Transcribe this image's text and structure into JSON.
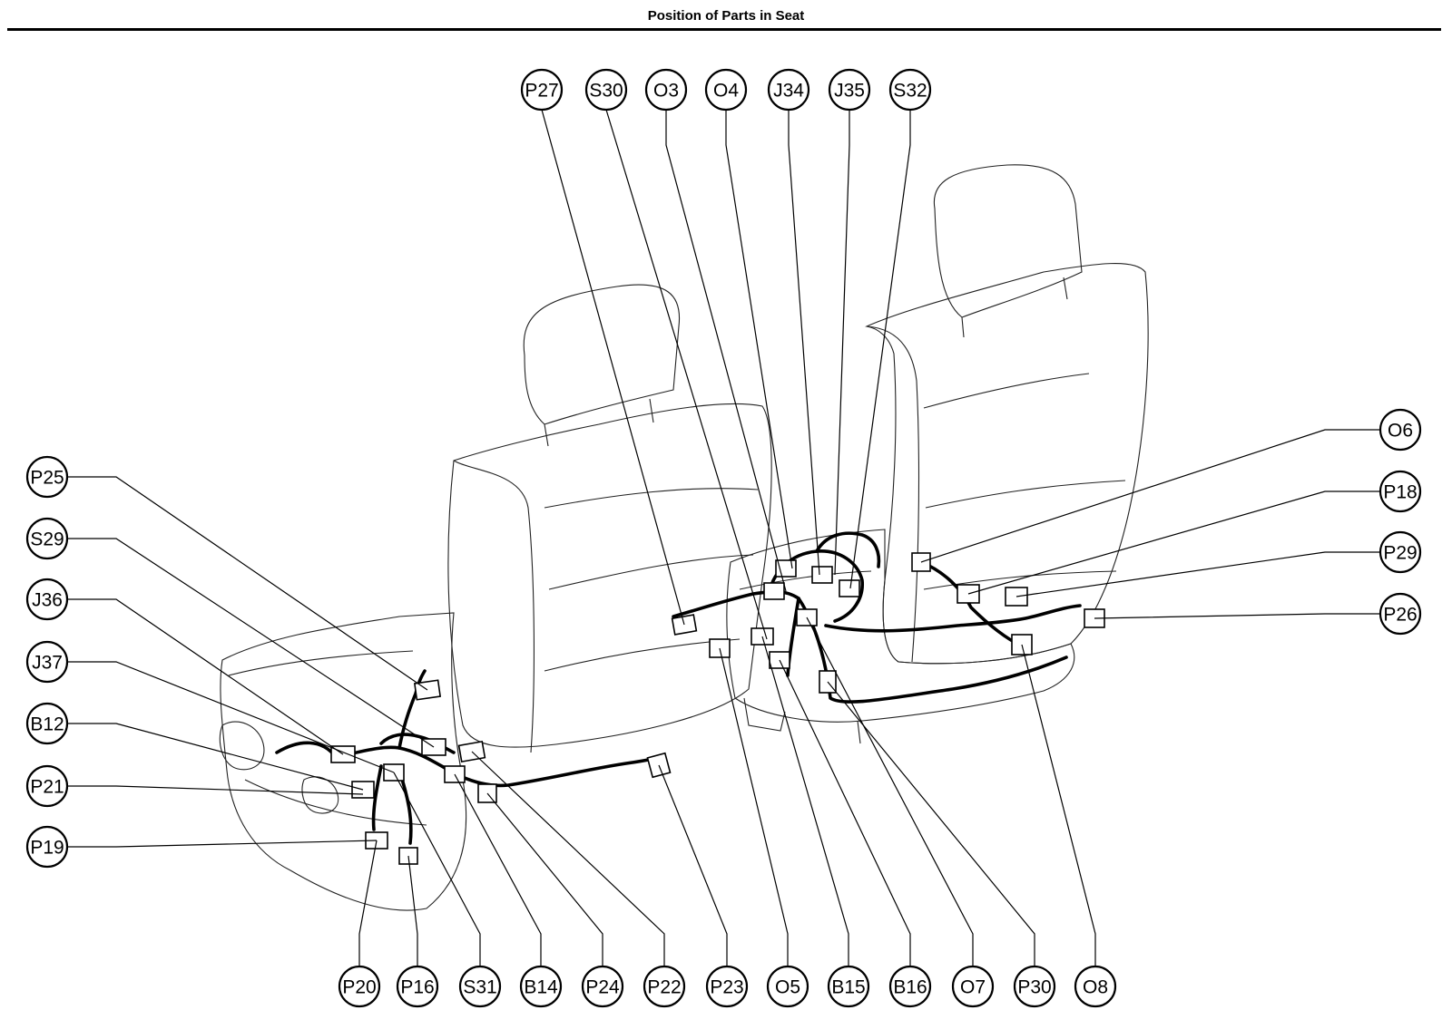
{
  "title": "Position of Parts in Seat",
  "labels": {
    "top": [
      "P27",
      "S30",
      "O3",
      "O4",
      "J34",
      "J35",
      "S32"
    ],
    "left": [
      "P25",
      "S29",
      "J36",
      "J37",
      "B12",
      "P21",
      "P19"
    ],
    "right": [
      "O6",
      "P18",
      "P29",
      "P26"
    ],
    "bottom": [
      "P20",
      "P16",
      "S31",
      "B14",
      "P24",
      "P22",
      "P23",
      "O5",
      "B15",
      "B16",
      "O7",
      "P30",
      "O8"
    ]
  }
}
